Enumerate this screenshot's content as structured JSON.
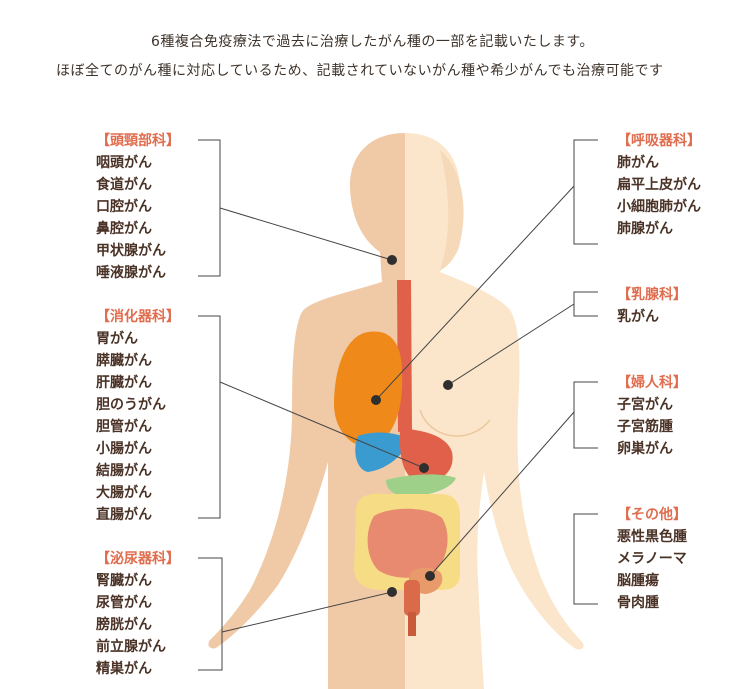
{
  "intro": {
    "line1": "6種複合免疫療法で過去に治療したがん種の一部を記載いたします。",
    "line2": "ほぼ全てのがん種に対応しているため、記載されていないがん種や希少がんでも治療可能です"
  },
  "groups": {
    "head": {
      "title": "【頭頸部科】",
      "items": [
        "咽頭がん",
        "食道がん",
        "口腔がん",
        "鼻腔がん",
        "甲状腺がん",
        "唾液腺がん"
      ]
    },
    "digest": {
      "title": "【消化器科】",
      "items": [
        "胃がん",
        "膵臓がん",
        "肝臓がん",
        "胆のうがん",
        "胆管がん",
        "小腸がん",
        "結腸がん",
        "大腸がん",
        "直腸がん"
      ]
    },
    "uro": {
      "title": "【泌尿器科】",
      "items": [
        "腎臓がん",
        "尿管がん",
        "膀胱がん",
        "前立腺がん",
        "精巣がん"
      ]
    },
    "resp": {
      "title": "【呼吸器科】",
      "items": [
        "肺がん",
        "扁平上皮がん",
        "小細胞肺がん",
        "肺腺がん"
      ]
    },
    "breast": {
      "title": "【乳腺科】",
      "items": [
        "乳がん"
      ]
    },
    "gyn": {
      "title": "【婦人科】",
      "items": [
        "子宮がん",
        "子宮筋腫",
        "卵巣がん"
      ]
    },
    "other": {
      "title": "【その他】",
      "items": [
        "悪性黒色腫",
        "メラノーマ",
        "脳腫瘍",
        "骨肉腫"
      ]
    }
  },
  "colors": {
    "skin_left": "#f0c9a6",
    "skin_right": "#fbe6cb",
    "title_accent": "#e06d4e",
    "item_text": "#4a3226",
    "line": "#3a3a3a",
    "esophagus": "#e0604a",
    "liver": "#ef8a1a",
    "gallbladder": "#3a9bd0",
    "stomach": "#e0604a",
    "pancreas": "#9fd08a",
    "large_intestine": "#f6dc85",
    "small_intestine": "#e88a70",
    "uterus": "#e99a6a"
  }
}
